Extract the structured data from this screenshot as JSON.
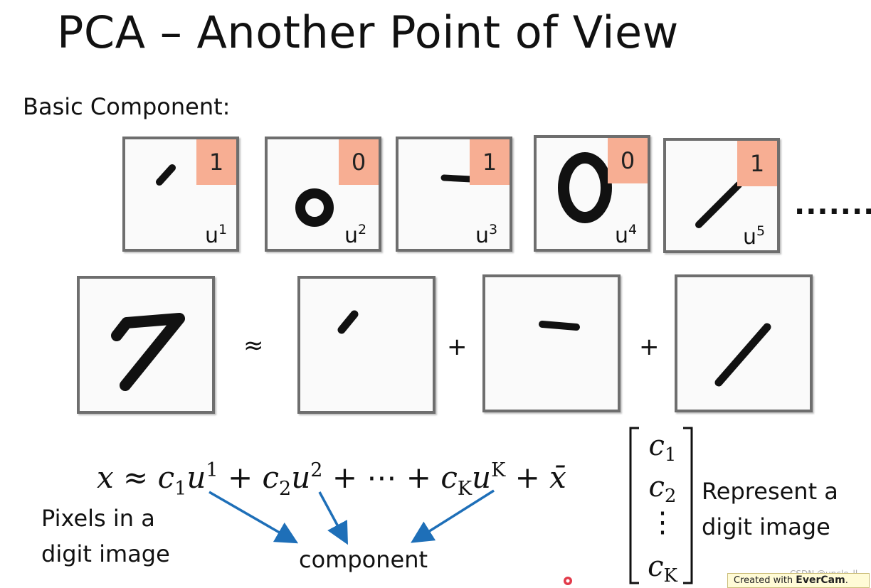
{
  "title": "PCA – Another Point of View",
  "basic_component_label": "Basic Component:",
  "components": [
    {
      "badge": "1",
      "base": "u",
      "index": "1"
    },
    {
      "badge": "0",
      "base": "u",
      "index": "2"
    },
    {
      "badge": "1",
      "base": "u",
      "index": "3"
    },
    {
      "badge": "0",
      "base": "u",
      "index": "4"
    },
    {
      "badge": "1",
      "base": "u",
      "index": "5"
    }
  ],
  "ellipsis": ".......",
  "composition": {
    "approx": "≈",
    "plus": "+"
  },
  "equation": {
    "x": "x",
    "approx": "≈",
    "c": "c",
    "u": "u",
    "sub1": "1",
    "sup1": "1",
    "plus": "+",
    "sub2": "2",
    "sup2": "2",
    "dots": "⋯",
    "subK": "K",
    "supK": "K",
    "xbar": "x̄"
  },
  "pixels_label_line1": "Pixels in a",
  "pixels_label_line2": "digit image",
  "component_label": "component",
  "coefficient_vector": {
    "c": "c",
    "sub1": "1",
    "sub2": "2",
    "vdots": "⋮",
    "subK": "K"
  },
  "represent_line1": "Represent a",
  "represent_line2": "digit image",
  "watermark": {
    "prefix": "Created with ",
    "brand": "EverCam",
    "suffix": "."
  },
  "csdn_watermark": "CSDN @uncle_ll",
  "colors": {
    "badge": "#f7ae93",
    "arrow": "#1e6fb8",
    "tile_border": "#6e6e6e",
    "stroke": "#111111"
  }
}
